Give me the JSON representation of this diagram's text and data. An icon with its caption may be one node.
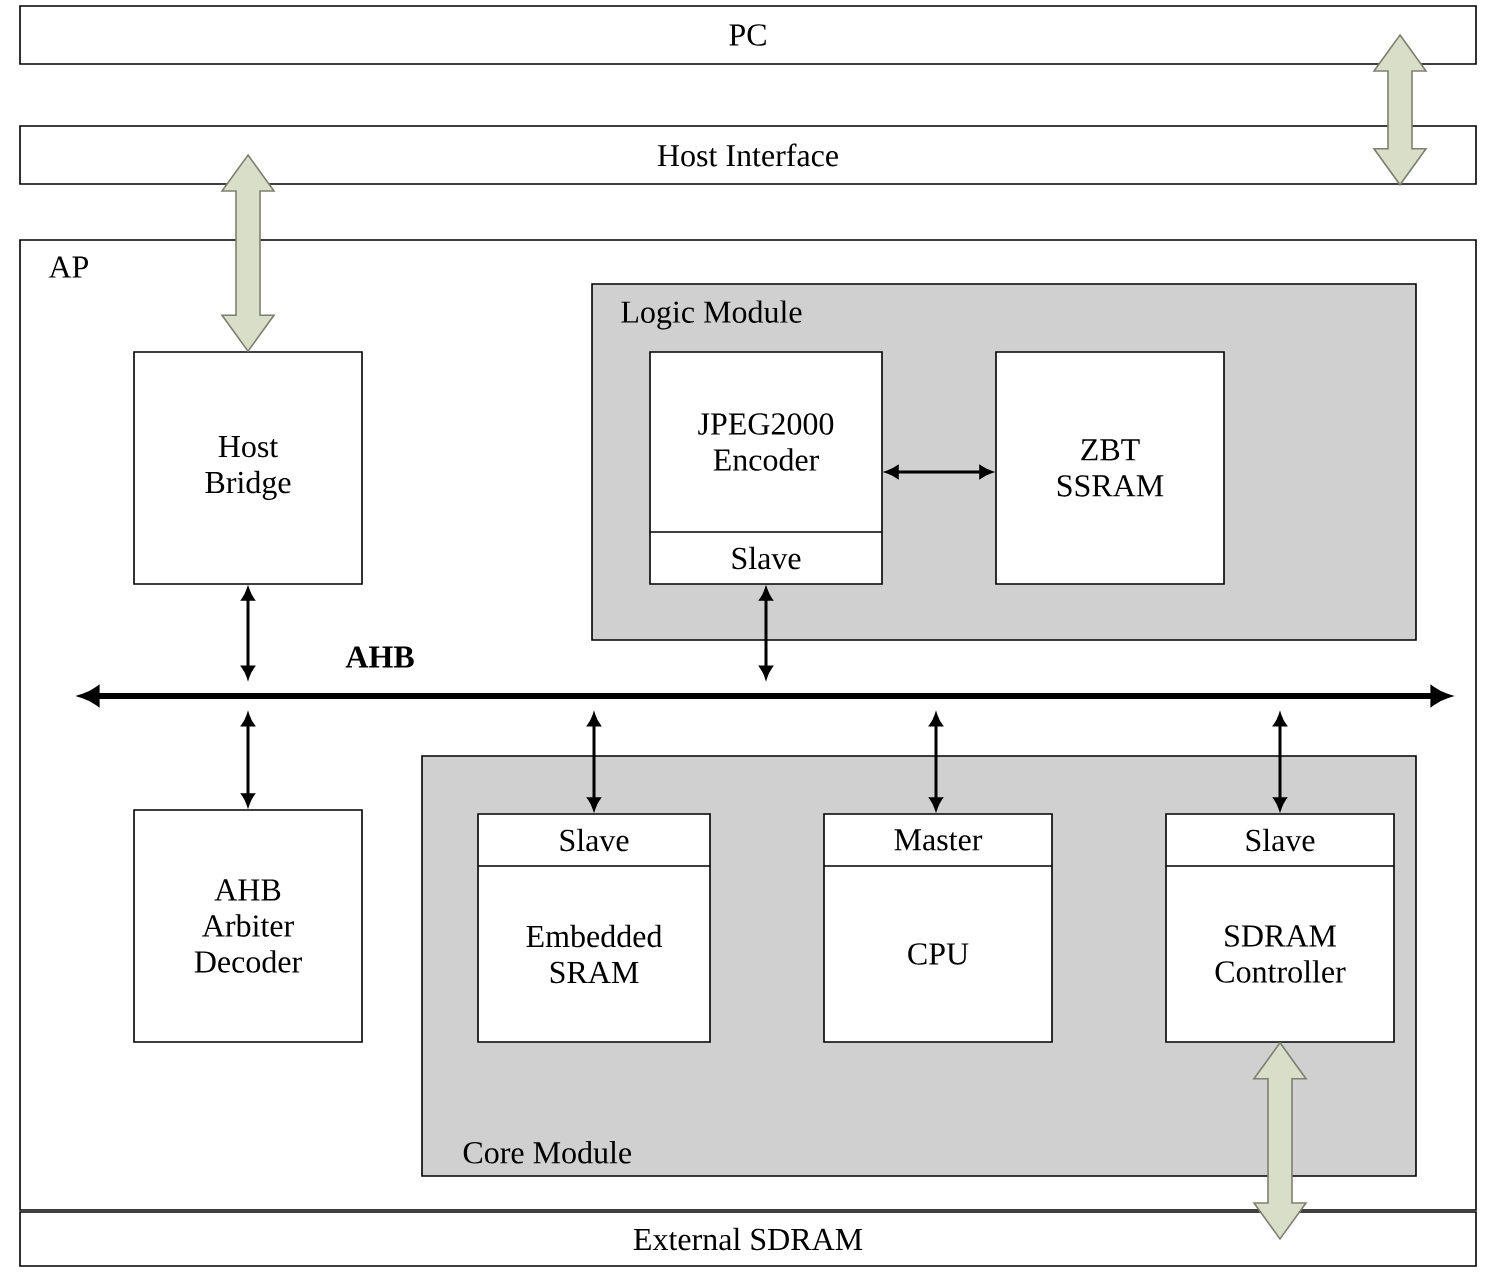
{
  "diagram": {
    "nodes": [
      {
        "text": [
          "PC"
        ]
      },
      {
        "text": [
          "Host Interface"
        ]
      },
      {
        "text": [
          "AP"
        ]
      },
      {
        "text": [
          "Logic Module"
        ],
        "in": 2
      },
      {
        "text": [
          "JPEG2000 Encoder",
          "Slave"
        ],
        "in": 3
      },
      {
        "text": [
          "ZBT SSRAM"
        ],
        "in": 3
      },
      {
        "text": [
          "Host Bridge"
        ],
        "in": 2
      },
      {
        "text": [
          "Core Module"
        ],
        "in": 2
      },
      {
        "text": [
          "Slave",
          "Embedded SRAM"
        ],
        "in": 7
      },
      {
        "text": [
          "Master",
          "CPU"
        ],
        "in": 7
      },
      {
        "text": [
          "Slave",
          "SDRAM Controller"
        ],
        "in": 7
      },
      {
        "text": [
          "AHB Arbiter Decoder"
        ],
        "in": 2
      },
      {
        "text": [
          "External SDRAM"
        ]
      },
      {
        "text": [],
        "shape": "bar",
        "in": 2
      }
    ],
    "labels": [
      "AHB"
    ],
    "edges": [
      {
        "from": 0,
        "to": 1,
        "arrow": "both",
        "style": "thick",
        "color": "#7f7f6f"
      },
      {
        "from": 1,
        "to": 6,
        "arrow": "both",
        "style": "thick",
        "color": "#7f7f6f"
      },
      {
        "from": 6,
        "to": 13,
        "arrow": "both"
      },
      {
        "from": 4,
        "to": 5,
        "arrow": "both"
      },
      {
        "from": 4,
        "to": 13,
        "arrow": "both"
      },
      {
        "from": 13,
        "to": 11,
        "arrow": "both"
      },
      {
        "from": 13,
        "to": 8,
        "arrow": "both"
      },
      {
        "from": 13,
        "to": 9,
        "arrow": "both"
      },
      {
        "from": 13,
        "to": 10,
        "arrow": "both"
      },
      {
        "from": 10,
        "to": 12,
        "arrow": "both",
        "style": "thick",
        "color": "#7f7f6f"
      }
    ]
  }
}
